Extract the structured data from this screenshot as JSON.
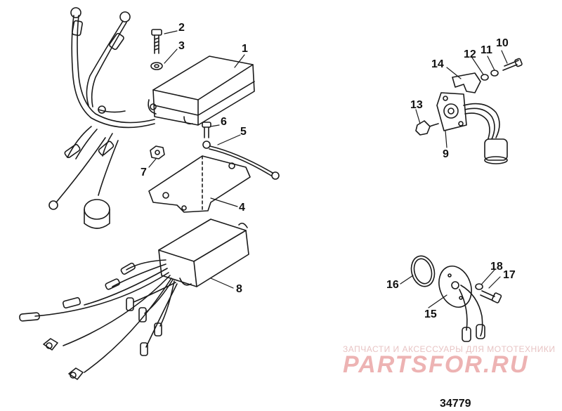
{
  "callouts": {
    "c1": "1",
    "c2": "2",
    "c3": "3",
    "c4": "4",
    "c5": "5",
    "c6": "6",
    "c7": "7",
    "c8": "8",
    "c9": "9",
    "c10": "10",
    "c11": "11",
    "c12": "12",
    "c13": "13",
    "c14": "14",
    "c15": "15",
    "c16": "16",
    "c17": "17",
    "c18": "18"
  },
  "figure_number": "34779",
  "watermark": {
    "tagline": "ЗАПЧАСТИ И АКСЕССУАРЫ ДЛЯ МОТОТЕХНИКИ",
    "logo": "PARTSFOR.RU"
  },
  "colors": {
    "line": "#1a1a1a",
    "watermark": "#e79a9a"
  }
}
